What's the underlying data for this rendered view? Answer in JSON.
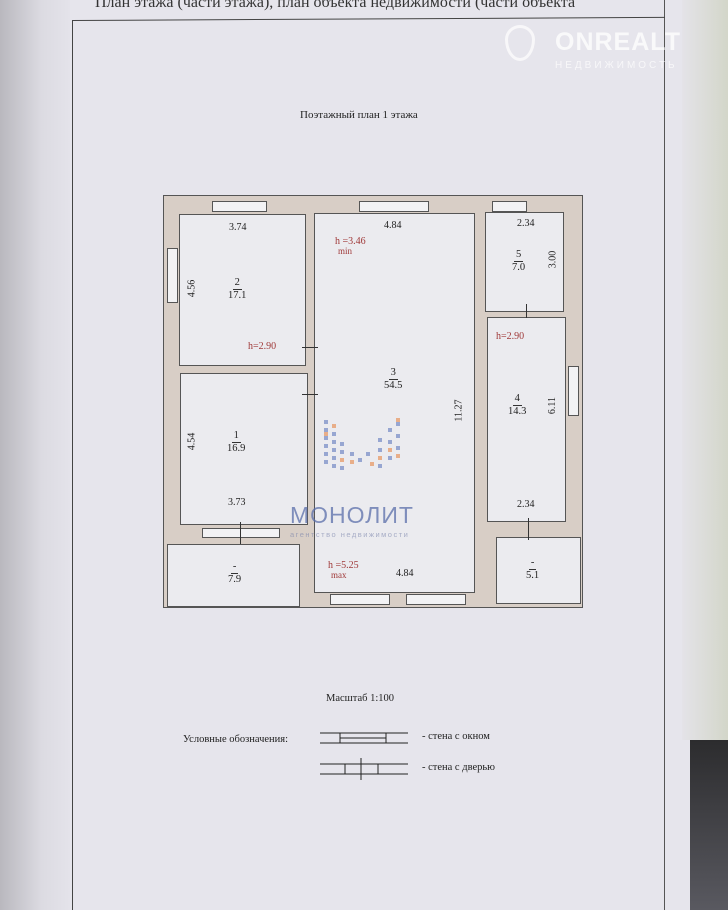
{
  "header": {
    "text": "План этажа (части этажа), план объекта недвижимости (части объекта"
  },
  "watermarks": {
    "onrealt": "ONREALT",
    "onrealt_sub": "НЕДВИЖИМОСТЬ",
    "monolit": "МОНОЛИТ",
    "monolit_sub": "агентство недвижимости"
  },
  "plan": {
    "title": "Поэтажный план 1 этажа",
    "rooms": [
      {
        "num": "2",
        "area": "17.1",
        "width": "3.74",
        "length": "4.56",
        "height": "h=2.90"
      },
      {
        "num": "1",
        "area": "16.9",
        "width": "3.73",
        "length": "4.54"
      },
      {
        "num": "3",
        "area": "54.5",
        "width_top": "4.84",
        "width_bottom": "4.84",
        "length": "11.27",
        "h_min": "h =3.46",
        "h_min_sub": "min",
        "h_max": "h =5.25",
        "h_max_sub": "max"
      },
      {
        "num": "5",
        "area": "7.0",
        "width": "2.34",
        "length": "3.00"
      },
      {
        "num": "4",
        "area": "14.3",
        "width": "2.34",
        "length": "6.11",
        "height": "h=2.90"
      },
      {
        "num": "-",
        "area": "7.9"
      },
      {
        "num": "-",
        "area": "5.1"
      }
    ]
  },
  "scale": "Масштаб 1:100",
  "legend": {
    "title": "Условные обозначения:",
    "window": "- стена с окном",
    "door": "- стена с дверью"
  },
  "colors": {
    "wall": "#d8cec6",
    "room": "#ebebef",
    "height_text": "#a03a3a"
  }
}
